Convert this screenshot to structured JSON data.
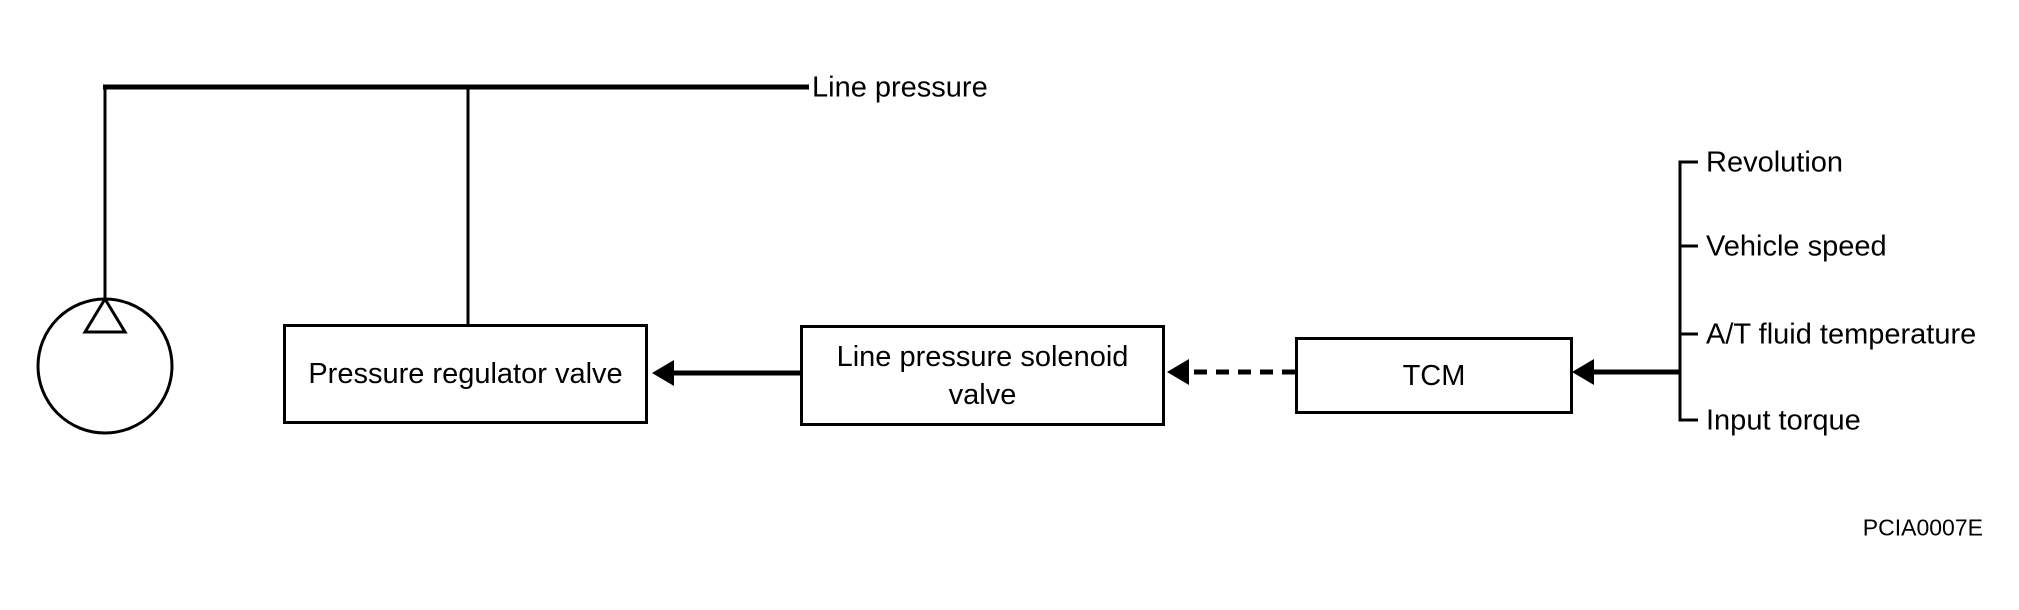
{
  "figure": {
    "code": "PCIA0007E",
    "line_label": "Line pressure",
    "nodes": [
      {
        "id": "pressure-regulator-valve",
        "label": "Pressure regulator valve"
      },
      {
        "id": "line-pressure-solenoid-valve",
        "label": "Line pressure solenoid valve"
      },
      {
        "id": "tcm",
        "label": "TCM"
      }
    ],
    "tcm_inputs": [
      "Revolution",
      "Vehicle speed",
      "A/T fluid temperature",
      "Input torque"
    ],
    "symbols": {
      "pump": "circle-with-triangle-pump-symbol"
    },
    "connections": [
      {
        "from": "pump",
        "to": "line-pressure-line",
        "style": "solid-line"
      },
      {
        "from": "line-pressure-line",
        "to": "pressure-regulator-valve",
        "style": "solid-line"
      },
      {
        "from": "line-pressure-solenoid-valve",
        "to": "pressure-regulator-valve",
        "style": "solid-arrow"
      },
      {
        "from": "tcm",
        "to": "line-pressure-solenoid-valve",
        "style": "dashed-arrow"
      },
      {
        "from": "tcm-inputs-bus",
        "to": "tcm",
        "style": "solid-arrow"
      }
    ],
    "colors": {
      "ink": "#000000",
      "background": "#ffffff"
    }
  }
}
